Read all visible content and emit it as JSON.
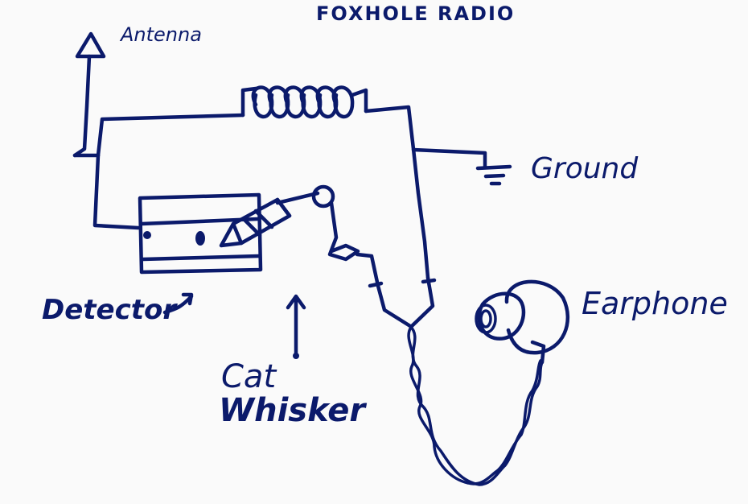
{
  "title": "FOXHOLE RADIO",
  "labels": {
    "antenna": "Antenna",
    "ground": "Ground",
    "detector": "Detector",
    "earphone": "Earphone",
    "cat_whisker_line1": "Cat",
    "cat_whisker_line2": "Whisker"
  },
  "colors": {
    "ink": "#0b1a6b",
    "paper": "#fafafa"
  }
}
